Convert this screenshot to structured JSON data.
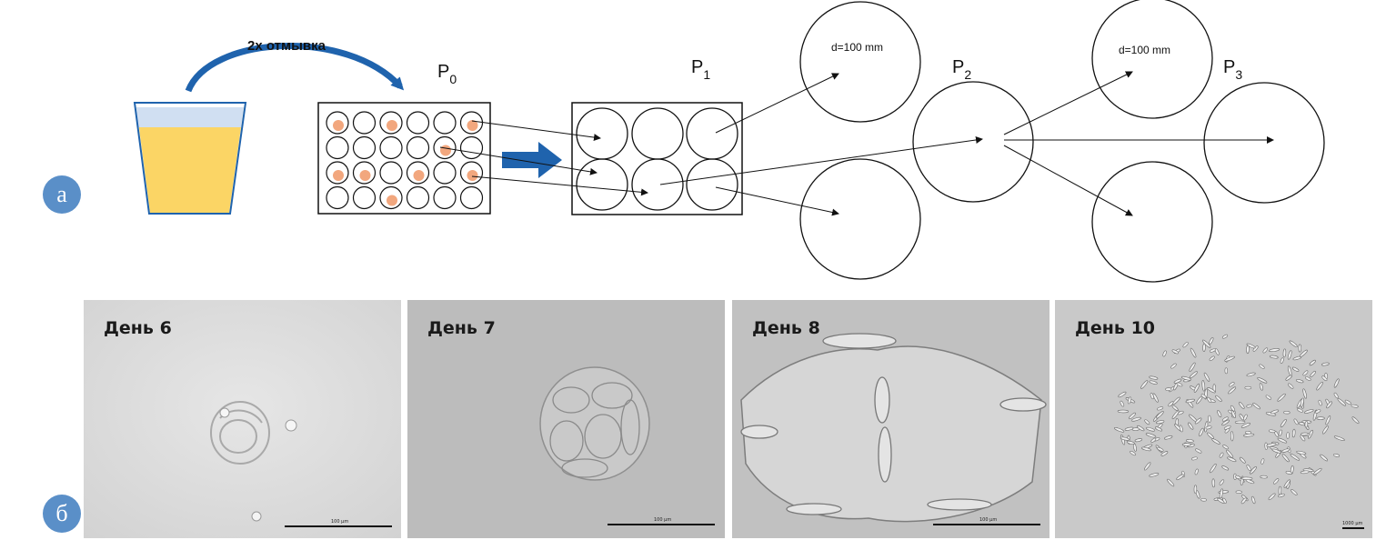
{
  "panel_a": {
    "badge": "a",
    "wash_label": "2x отмывка",
    "passages": [
      {
        "main": "P",
        "sub": "0"
      },
      {
        "main": "P",
        "sub": "1"
      },
      {
        "main": "P",
        "sub": "2"
      },
      {
        "main": "P",
        "sub": "3"
      }
    ],
    "dish_label_1": "d=100 mm",
    "dish_label_2": "d=100 mm",
    "colors": {
      "urine": "#fbd565",
      "urine_top": "#d0dff2",
      "arrow": "#1f63ad",
      "cell": "#f2a77e",
      "badge": "#5a8fc8"
    }
  },
  "panel_b": {
    "badge": "б",
    "photos": [
      {
        "label": "День 6",
        "scale": "100 μm"
      },
      {
        "label": "День 7",
        "scale": "100 μm"
      },
      {
        "label": "День 8",
        "scale": "100 μm"
      },
      {
        "label": "День 10",
        "scale": "1000 μm"
      }
    ]
  }
}
